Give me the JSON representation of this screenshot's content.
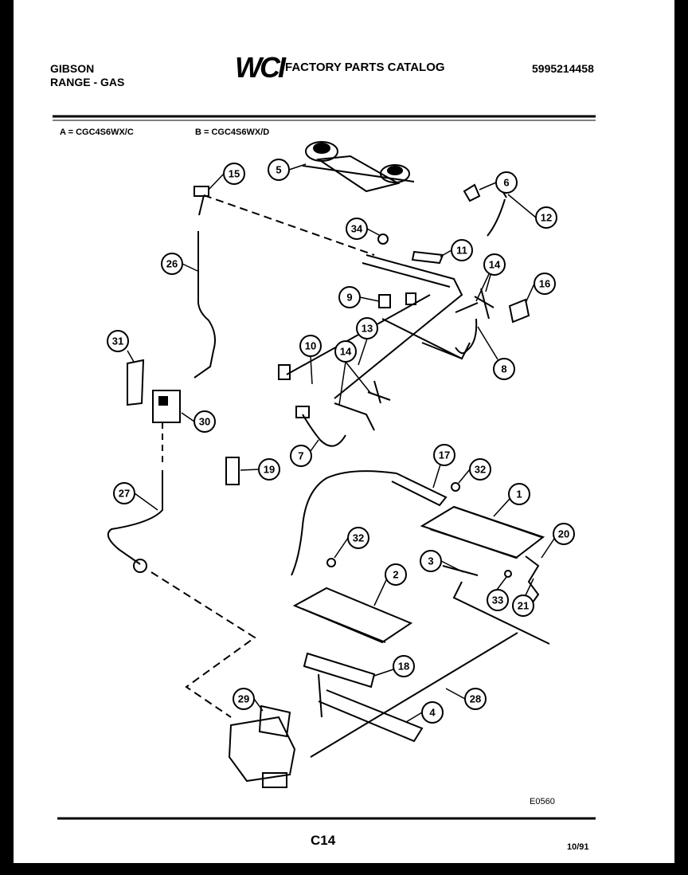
{
  "header": {
    "brand_line1": "GIBSON",
    "brand_line2": "RANGE - GAS",
    "logo": "WCI",
    "catalog_title": "FACTORY PARTS CATALOG",
    "catalog_number": "5995214458",
    "model_a": "A = CGC4S6WX/C",
    "model_b": "B = CGC4S6WX/D"
  },
  "diagram": {
    "callouts": [
      "15",
      "5",
      "6",
      "12",
      "34",
      "11",
      "14",
      "26",
      "16",
      "9",
      "8",
      "31",
      "13",
      "10",
      "14",
      "30",
      "7",
      "19",
      "17",
      "32",
      "1",
      "27",
      "20",
      "32",
      "3",
      "2",
      "33",
      "21",
      "18",
      "29",
      "28",
      "4"
    ]
  },
  "footer": {
    "diagram_id": "E0560",
    "page": "C14",
    "date": "10/91"
  }
}
